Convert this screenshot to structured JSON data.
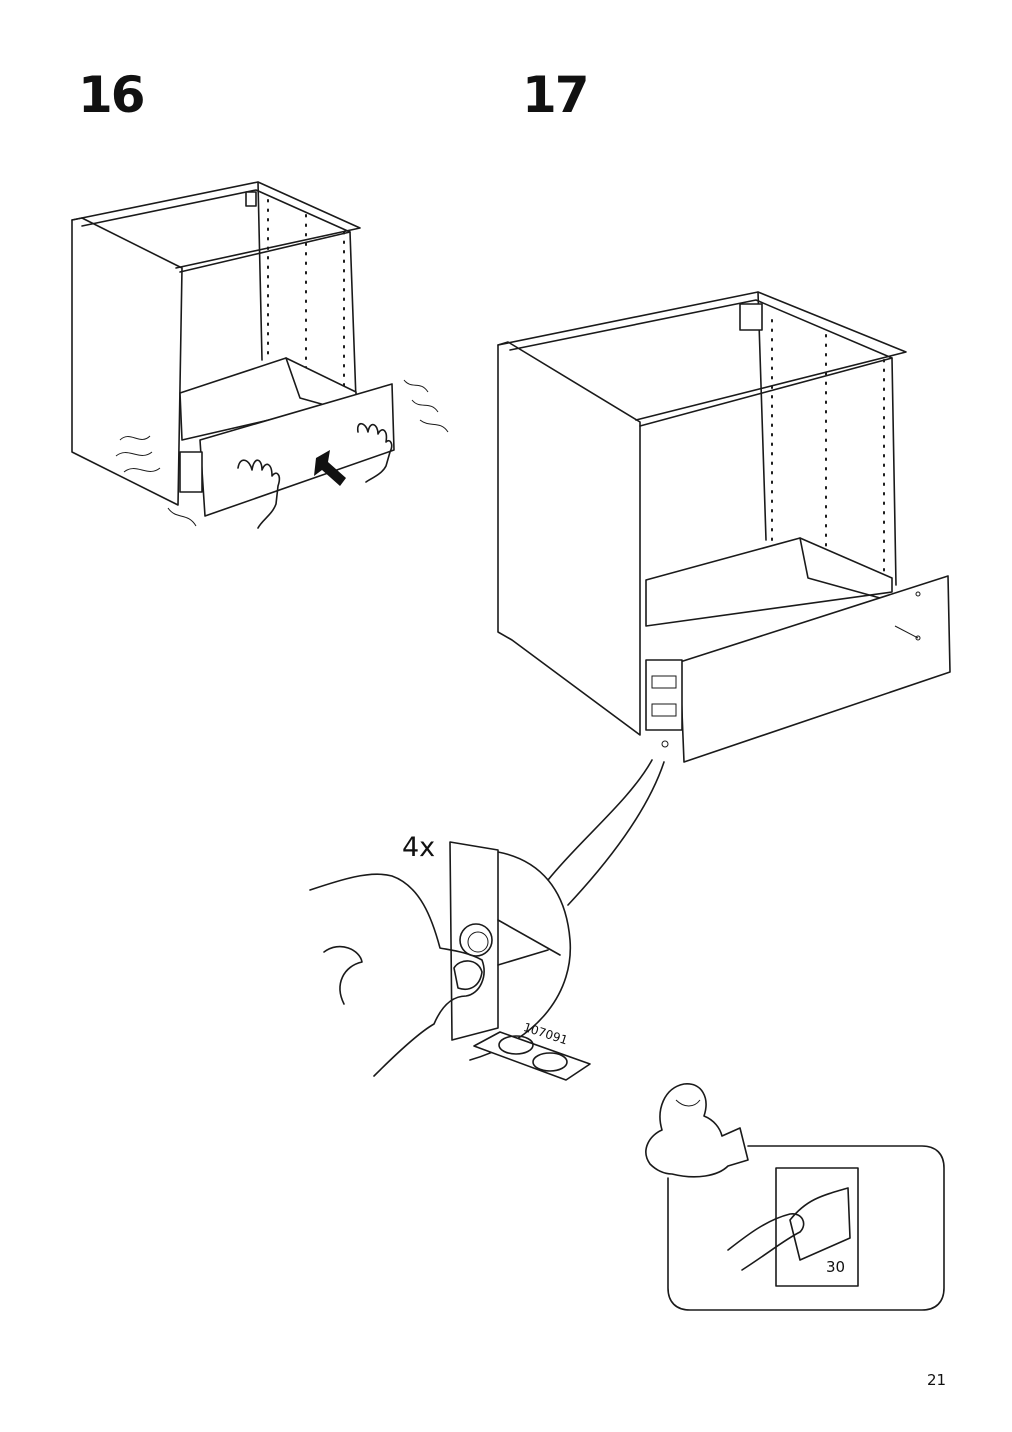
{
  "steps": [
    {
      "number": "16"
    },
    {
      "number": "17"
    }
  ],
  "callout": {
    "quantity": "4x",
    "part_number": "107091"
  },
  "reference": {
    "page": "30"
  },
  "footer": {
    "page_number": "21"
  }
}
